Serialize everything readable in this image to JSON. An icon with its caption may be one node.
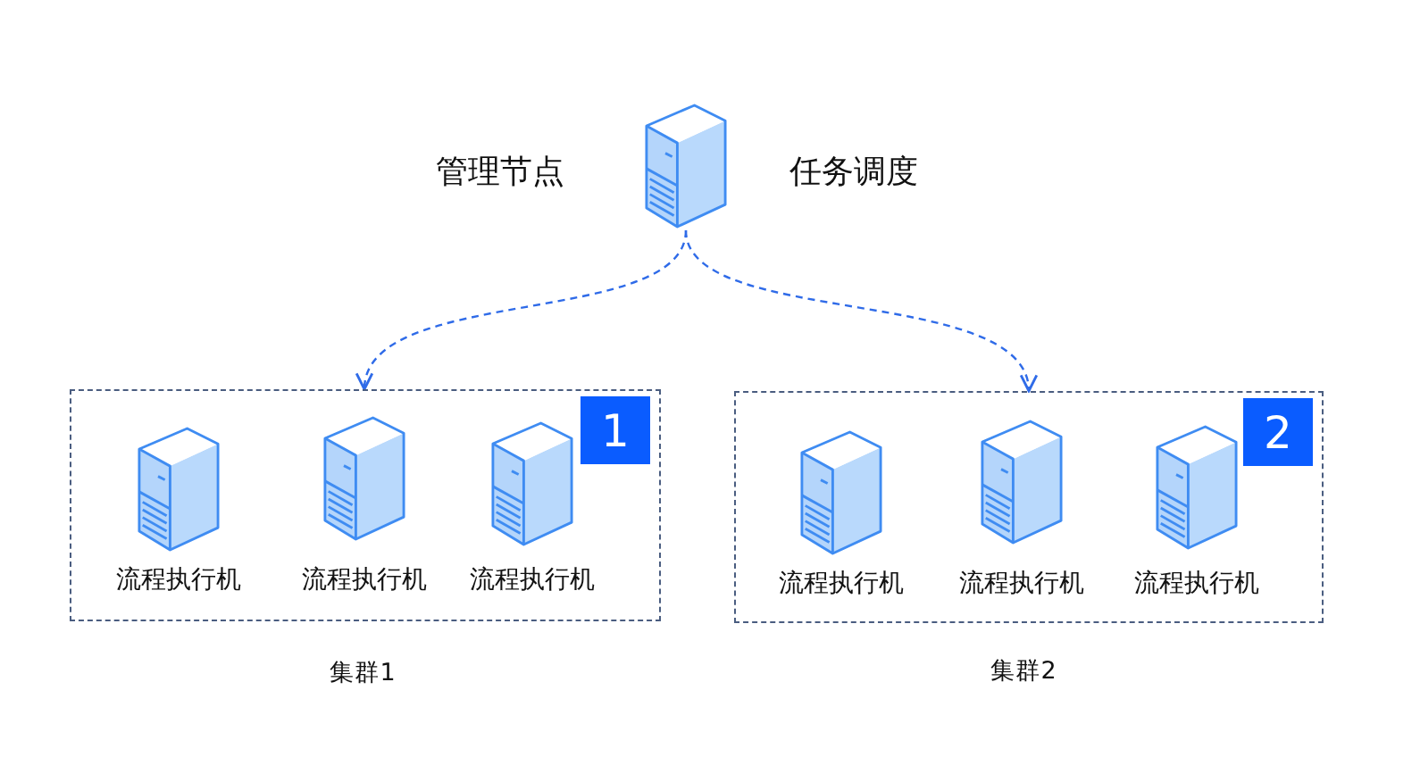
{
  "diagram": {
    "nodes": [
      {
        "text": [],
        "shape": "picture",
        "beside": [
          "管理节点",
          "任务调度"
        ]
      },
      {
        "text": [
          "1"
        ],
        "beside": [
          "集群1"
        ]
      },
      {
        "text": [
          "流程执行机"
        ],
        "in": 1
      },
      {
        "text": [
          "流程执行机"
        ],
        "in": 1
      },
      {
        "text": [
          "流程执行机"
        ],
        "in": 1
      },
      {
        "text": [
          "2"
        ],
        "beside": [
          "集群2"
        ]
      },
      {
        "text": [
          "流程执行机"
        ],
        "in": 5
      },
      {
        "text": [
          "流程执行机"
        ],
        "in": 5
      },
      {
        "text": [
          "流程执行机"
        ],
        "in": 5
      }
    ],
    "edges": [
      {
        "from": 0,
        "to": 1,
        "arrow": "to",
        "style": "dashed"
      },
      {
        "from": 0,
        "to": 5,
        "arrow": "to",
        "style": "dashed"
      }
    ]
  }
}
